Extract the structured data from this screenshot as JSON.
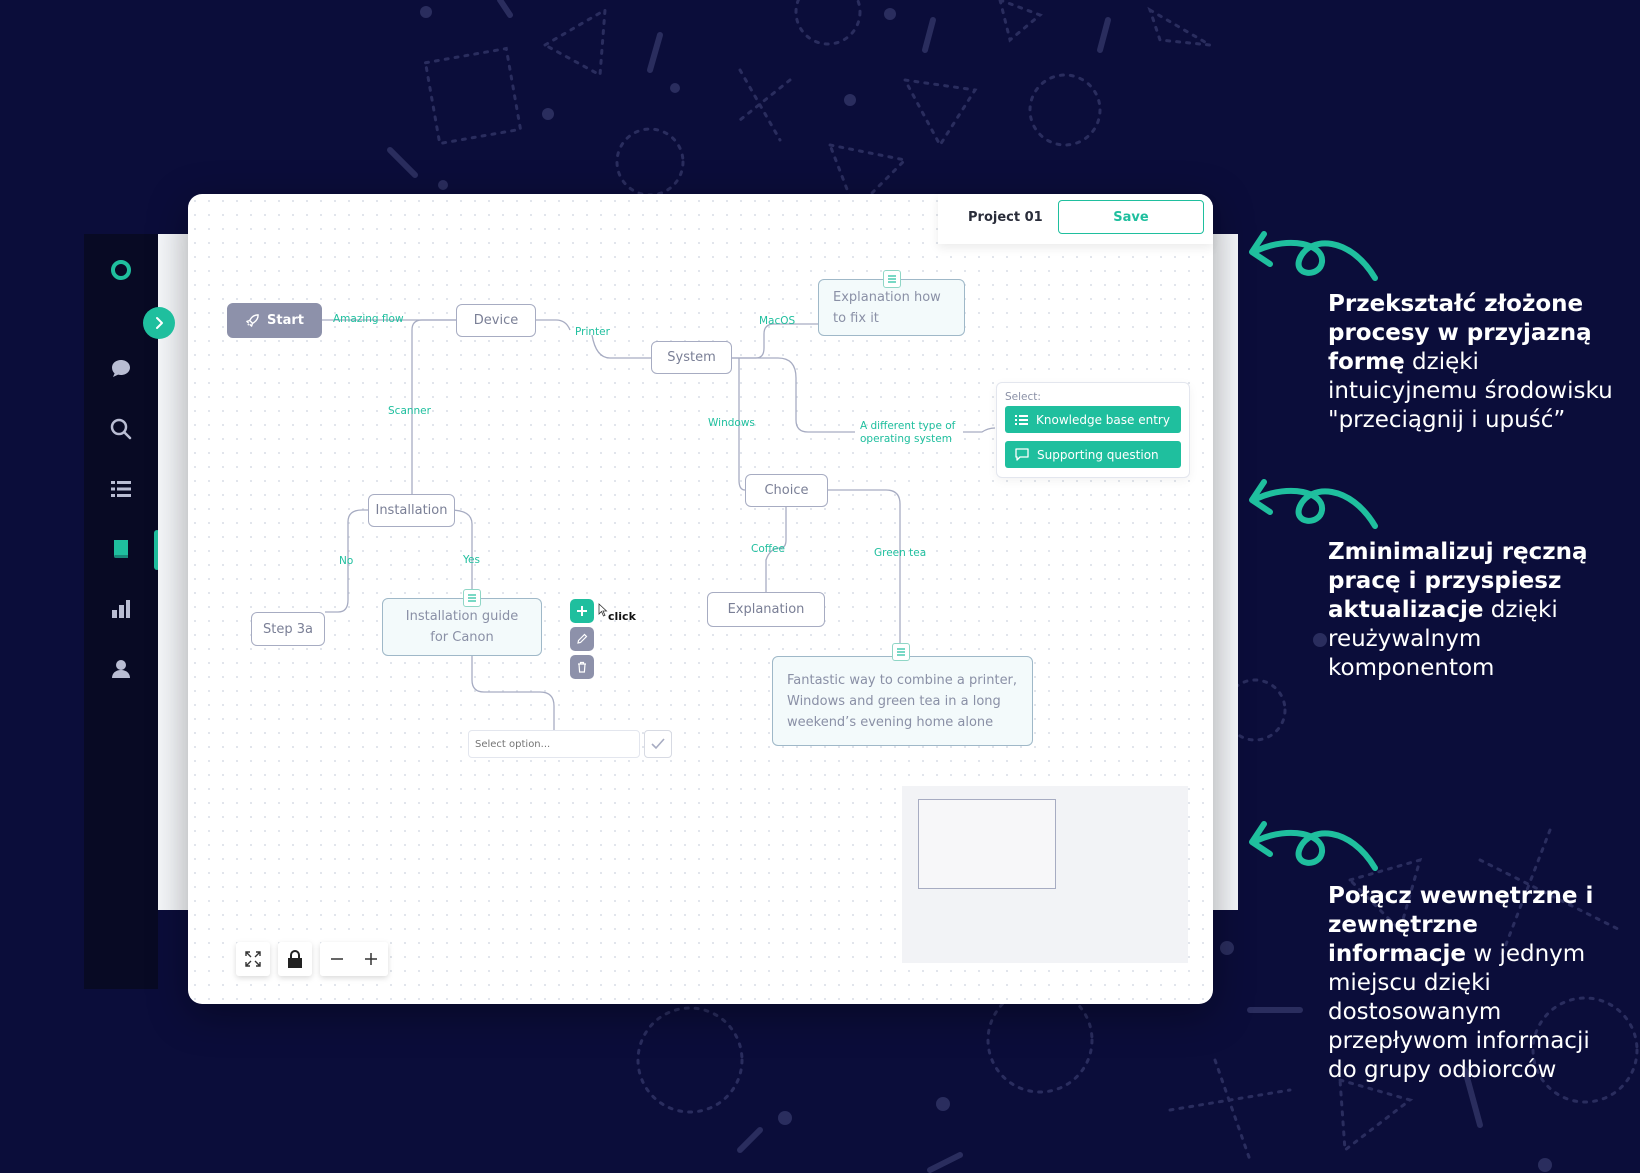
{
  "header": {
    "project_title": "Project 01",
    "save_label": "Save"
  },
  "sidebar": {
    "items": [
      {
        "name": "logo",
        "icon": "ring-logo-icon"
      },
      {
        "name": "chat",
        "icon": "chat-bubble-icon"
      },
      {
        "name": "search",
        "icon": "search-icon"
      },
      {
        "name": "list",
        "icon": "list-icon"
      },
      {
        "name": "knowledge",
        "icon": "book-icon",
        "active": true
      },
      {
        "name": "stats",
        "icon": "bar-chart-icon"
      },
      {
        "name": "users",
        "icon": "user-icon"
      }
    ]
  },
  "flow": {
    "nodes": {
      "start": "Start",
      "device": "Device",
      "system": "System",
      "explanation_fix": "Explanation how to fix it",
      "installation": "Installation",
      "choice": "Choice",
      "step3a": "Step 3a",
      "install_guide": "Installation guide for Canon",
      "explanation": "Explanation",
      "fantastic": "Fantastic way to combine a printer, Windows and green tea in a long weekend’s evening home alone"
    },
    "edges": {
      "amazing_flow": "Amazing flow",
      "printer": "Printer",
      "macos": "MacOS",
      "scanner": "Scanner",
      "windows": "Windows",
      "different_os": "A different type of operating system",
      "no": "No",
      "yes": "Yes",
      "coffee": "Coffee",
      "green_tea": "Green tea"
    },
    "select_panel": {
      "title": "Select:",
      "options": [
        "Knowledge base entry",
        "Supporting question"
      ]
    },
    "node_tools": {
      "click_label": "click"
    },
    "select_input": {
      "placeholder": "Select option..."
    }
  },
  "colors": {
    "accent": "#1fbf9e",
    "background": "#0b0d3a",
    "node_border": "#a7acc2"
  },
  "promos": [
    {
      "bold": "Przekształć złożone procesy w przyjazną formę",
      "rest": " dzięki intuicyjnemu środowisku \"przeciągnij i upuść”"
    },
    {
      "bold": "Zminimalizuj ręczną pracę i przyspiesz aktualizacje",
      "rest": " dzięki reużywalnym komponentom"
    },
    {
      "bold": "Połącz wewnętrzne i zewnętrzne informacje",
      "rest": " w jednym miejscu dzięki dostosowanym przepływom informacji do grupy odbiorców"
    }
  ]
}
